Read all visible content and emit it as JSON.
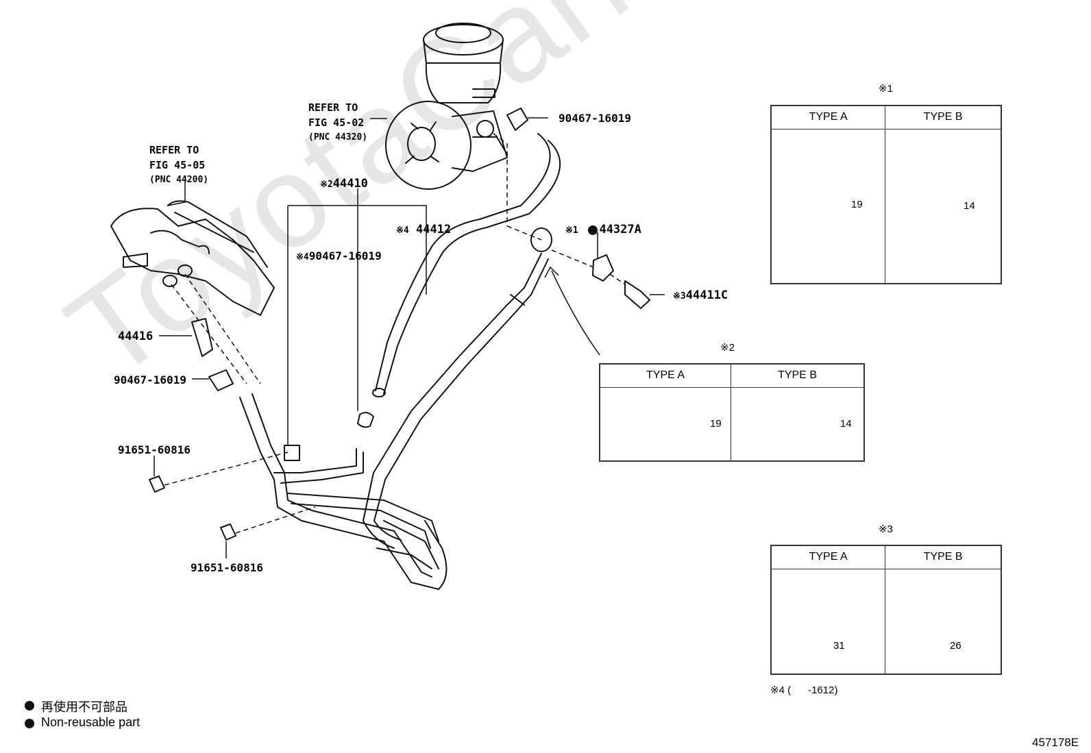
{
  "watermark": "ToyotaCarMine.ru",
  "labels": {
    "ref_pump_l1": "REFER TO",
    "ref_pump_l2": "FIG 45-02",
    "ref_pump_l3": "(PNC 44320)",
    "ref_gear_l1": "REFER TO",
    "ref_gear_l2": "FIG 45-05",
    "ref_gear_l3": "(PNC 44200)",
    "clip_top": "90467-16019",
    "p44410_mark": "※2",
    "p44410": "44410",
    "p44412_mark": "※4",
    "p44412": "44412",
    "clip_mid_mark": "※4",
    "clip_mid": "90467-16019",
    "p44327a_mark": "※1",
    "p44327a": "44327A",
    "p44411c_mark": "※3",
    "p44411c": "44411C",
    "p44416": "44416",
    "clip_left": "90467-16019",
    "bolt_1": "91651-60816",
    "bolt_2": "91651-60816"
  },
  "box1": {
    "mark": "※1",
    "type_a": "TYPE A",
    "type_b": "TYPE B",
    "dim_a": "19",
    "dim_b": "14"
  },
  "box2": {
    "mark": "※2",
    "type_a": "TYPE A",
    "type_b": "TYPE B",
    "dim_a": "19",
    "dim_b": "14"
  },
  "box3": {
    "mark": "※3",
    "type_a": "TYPE A",
    "type_b": "TYPE B",
    "dim_a": "31",
    "dim_b": "26"
  },
  "note4": "※4 (      -1612)",
  "legend": {
    "line1": "再使用不可部品",
    "line2": "Non-reusable part"
  },
  "figure_id": "457178E"
}
